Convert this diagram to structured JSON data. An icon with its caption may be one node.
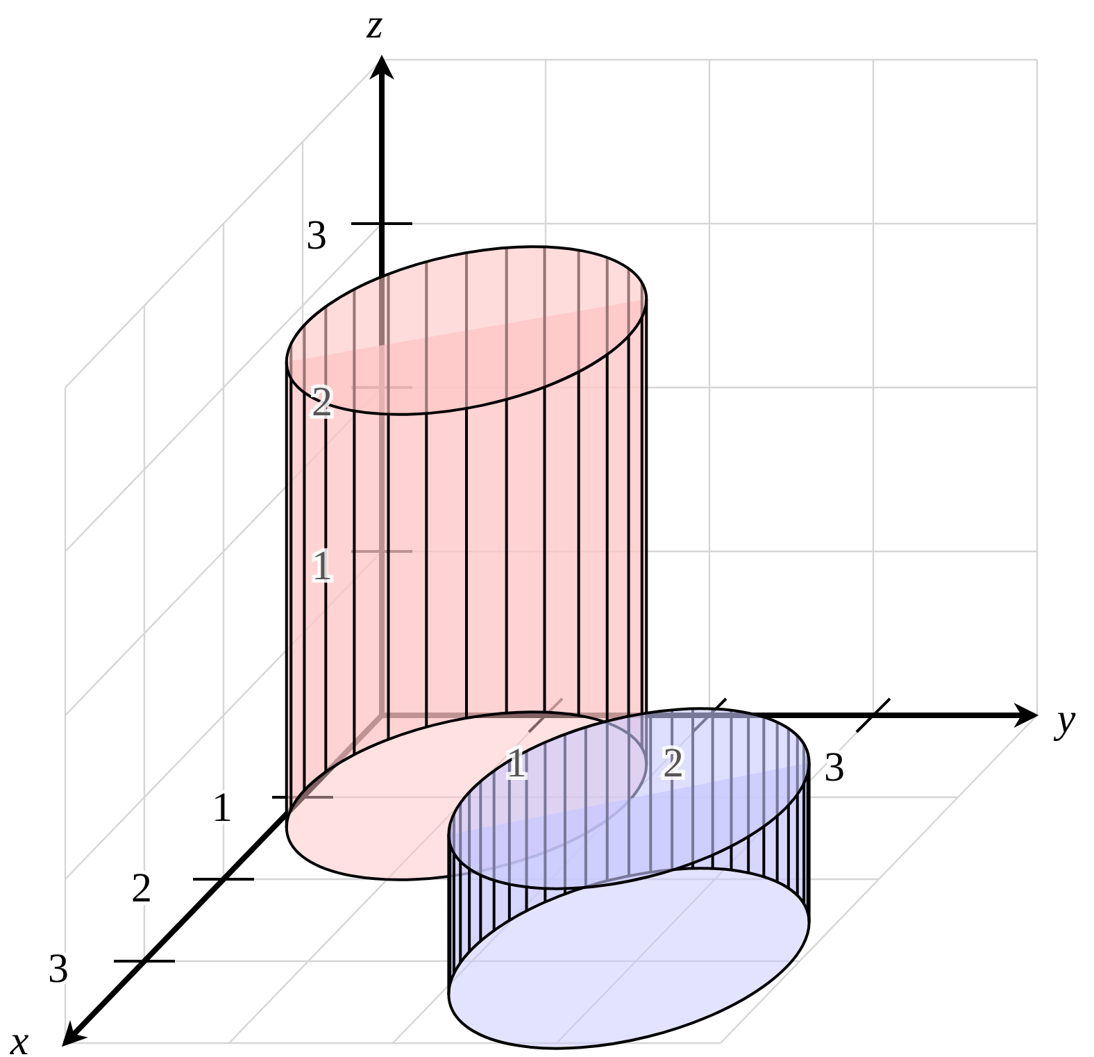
{
  "diagram": {
    "labels": [
      "z",
      "3",
      "2",
      "1",
      "y",
      "1",
      "2",
      "3",
      "1",
      "2",
      "3",
      "x"
    ]
  }
}
